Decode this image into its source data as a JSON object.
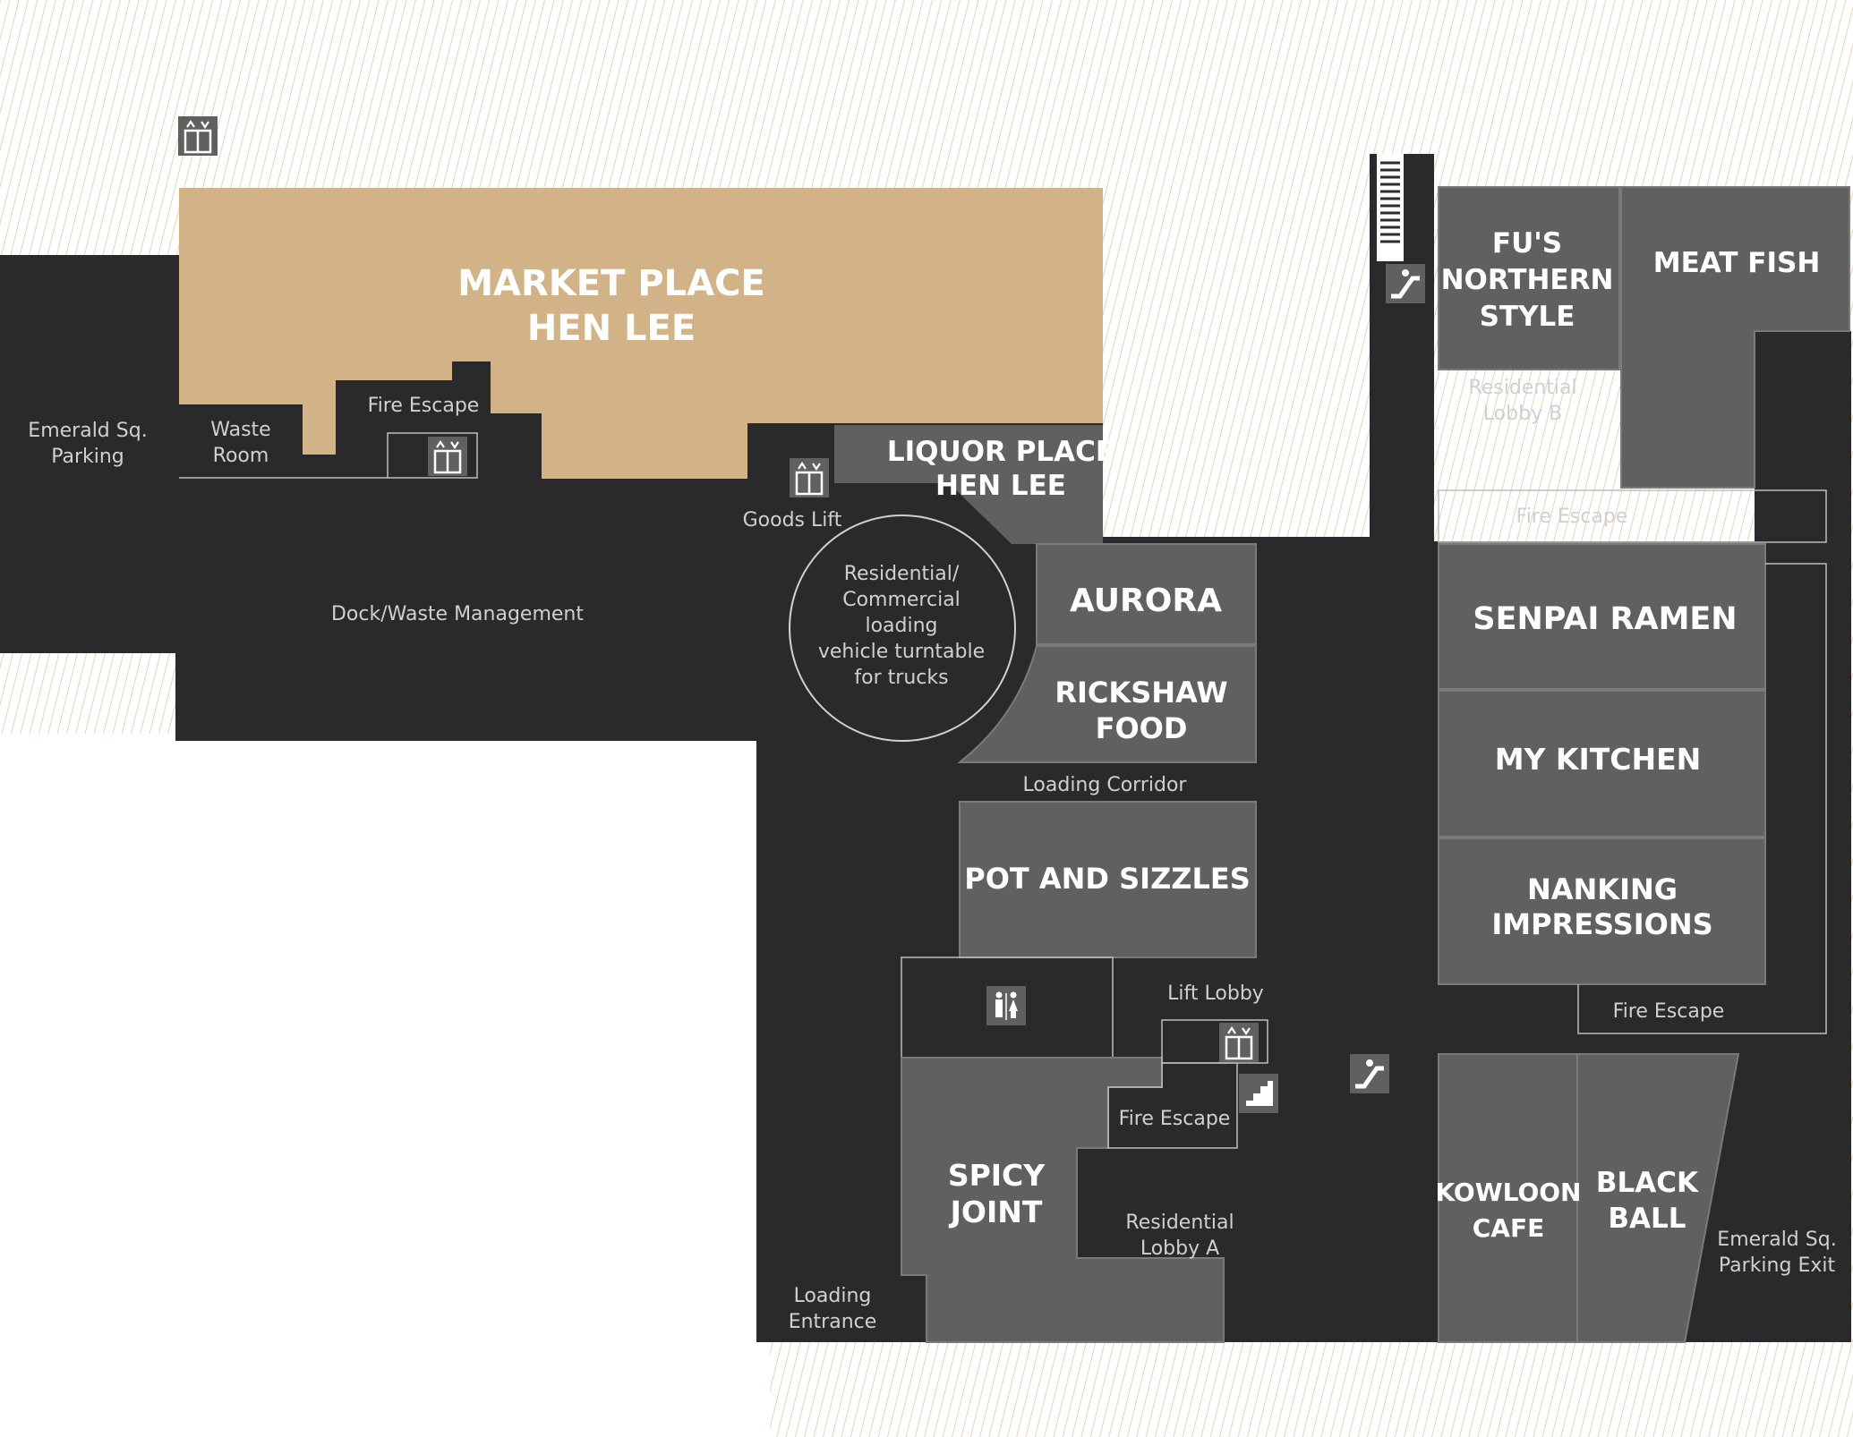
{
  "colors": {
    "dark": "#2a2a2c",
    "store": "#606060",
    "market": "#d2b287",
    "hatch": "#e3d3b9",
    "label": "#d0d0d0",
    "store_text": "#ffffff",
    "outline": "#bdbdbd"
  },
  "stores": {
    "market_place": [
      "MARKET PLACE",
      "HEN LEE"
    ],
    "liquor_place": [
      "LIQUOR PLACE",
      "HEN LEE"
    ],
    "fus_northern": [
      "FU'S",
      "NORTHERN",
      "STYLE"
    ],
    "meat_fish": [
      "MEAT FISH"
    ],
    "aurora": [
      "AURORA"
    ],
    "rickshaw_food": [
      "RICKSHAW",
      "FOOD"
    ],
    "senpai_ramen": [
      "SENPAI RAMEN"
    ],
    "my_kitchen": [
      "MY KITCHEN"
    ],
    "nanking_impressions": [
      "NANKING",
      "IMPRESSIONS"
    ],
    "pot_and_sizzles": [
      "POT AND SIZZLES"
    ],
    "spicy_joint": [
      "SPICY",
      "JOINT"
    ],
    "kowloon_cafe": [
      "KOWLOON",
      "CAFE"
    ],
    "black_ball": [
      "BLACK",
      "BALL"
    ]
  },
  "labels": {
    "emerald_parking": [
      "Emerald Sq.",
      "Parking"
    ],
    "waste_room": [
      "Waste",
      "Room"
    ],
    "fire_escape_top": [
      "Fire Escape"
    ],
    "goods_lift": [
      "Goods Lift"
    ],
    "dock_waste": [
      "Dock/Waste Management"
    ],
    "turntable": [
      "Residential/",
      "Commercial",
      "loading",
      "vehicle turntable",
      "for trucks"
    ],
    "loading_corridor": [
      "Loading Corridor"
    ],
    "residential_lobby_b": [
      "Residential",
      "Lobby B"
    ],
    "fire_escape_right": [
      "Fire Escape"
    ],
    "fire_escape_lower_right": [
      "Fire Escape"
    ],
    "lift_lobby": [
      "Lift Lobby"
    ],
    "fire_escape_center": [
      "Fire Escape"
    ],
    "residential_lobby_a": [
      "Residential",
      "Lobby A"
    ],
    "loading_entrance": [
      "Loading",
      "Entrance"
    ],
    "emerald_parking_exit": [
      "Emerald Sq.",
      "Parking Exit"
    ]
  },
  "icons": {
    "lift": "lift-icon",
    "escalator": "escalator-icon",
    "restroom": "restroom-icon",
    "stairs": "stairs-icon"
  }
}
